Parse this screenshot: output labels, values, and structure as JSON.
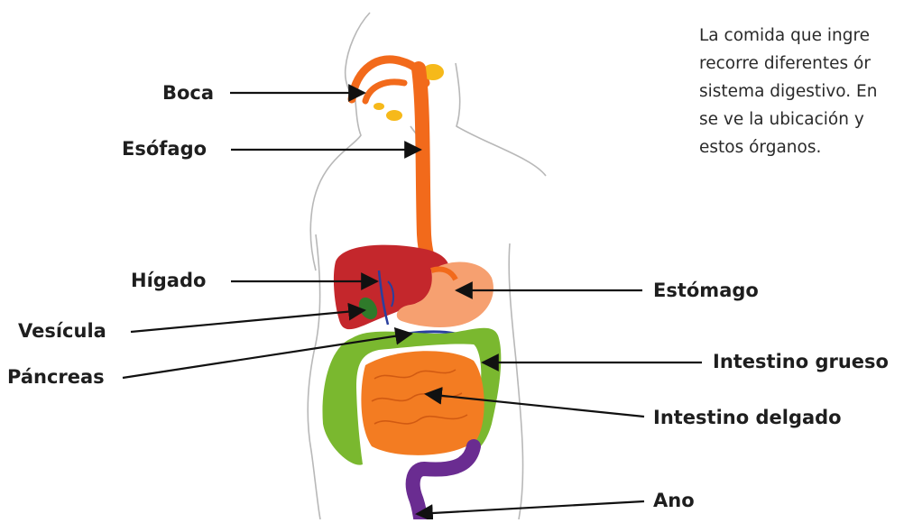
{
  "intro_lines": [
    "La comida que ingre",
    "recorre diferentes ór",
    "sistema digestivo. En",
    "se ve la ubicación y",
    "estos órganos."
  ],
  "labels": {
    "boca": "Boca",
    "esofago": "Esófago",
    "higado": "Hígado",
    "vesicula": "Vesícula",
    "pancreas": "Páncreas",
    "estomago": "Estómago",
    "intestino_grueso": "Intestino grueso",
    "intestino_delgado": "Intestino delgado",
    "ano": "Ano"
  },
  "colors": {
    "esophagus": "#f26a1b",
    "liver": "#c4272c",
    "stomach": "#f6a070",
    "large_intestine": "#7ab82f",
    "small_intestine": "#f37c22",
    "rectum": "#6a2c91",
    "gallbladder": "#2f7a2a",
    "salivary": "#f6b91a",
    "outline": "#b8b8b8"
  }
}
